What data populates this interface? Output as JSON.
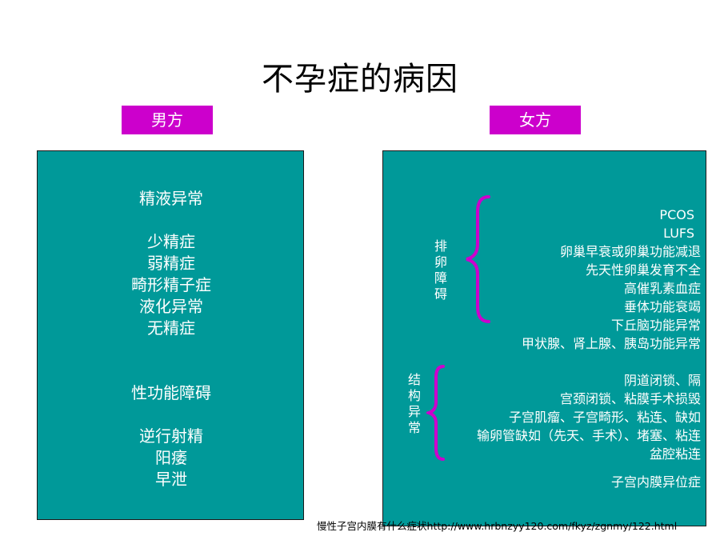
{
  "title": "不孕症的病因",
  "male": {
    "label": "男方",
    "groups": [
      [
        "精液异常"
      ],
      [
        "少精症",
        "弱精症",
        "畸形精子症",
        "液化异常",
        "无精症"
      ],
      [
        "性功能障碍"
      ],
      [
        "逆行射精",
        "阳痿",
        "早泄"
      ]
    ]
  },
  "female": {
    "label": "女方",
    "ovulation": {
      "label": [
        "排",
        "卵",
        "障",
        "碍"
      ],
      "items": [
        "PCOS",
        "LUFS",
        "卵巢早衰或卵巢功能减退",
        "先天性卵巢发育不全",
        "高催乳素血症",
        "垂体功能衰竭",
        "下丘脑功能异常",
        "甲状腺、肾上腺、胰岛功能异常"
      ]
    },
    "structure": {
      "label": [
        "结",
        "构",
        "异",
        "常"
      ],
      "items": [
        "阴道闭锁、隔",
        "宫颈闭锁、粘膜手术损毁",
        "子宫肌瘤、子宫畸形、粘连、缺如",
        "输卵管缺如（先天、手术）、堵塞、粘连",
        "盆腔粘连"
      ]
    },
    "endometriosis": "子宫内膜异位症"
  },
  "footer": {
    "text": "慢性子宫内膜有什么症状",
    "url": "http://www.hrbnzyy120.com/fkyz/zgnmy/122.html"
  },
  "colors": {
    "panel": "#009999",
    "tag": "#cc00cc",
    "brace": "#cc00cc",
    "text_on_panel": "#ffffff"
  }
}
